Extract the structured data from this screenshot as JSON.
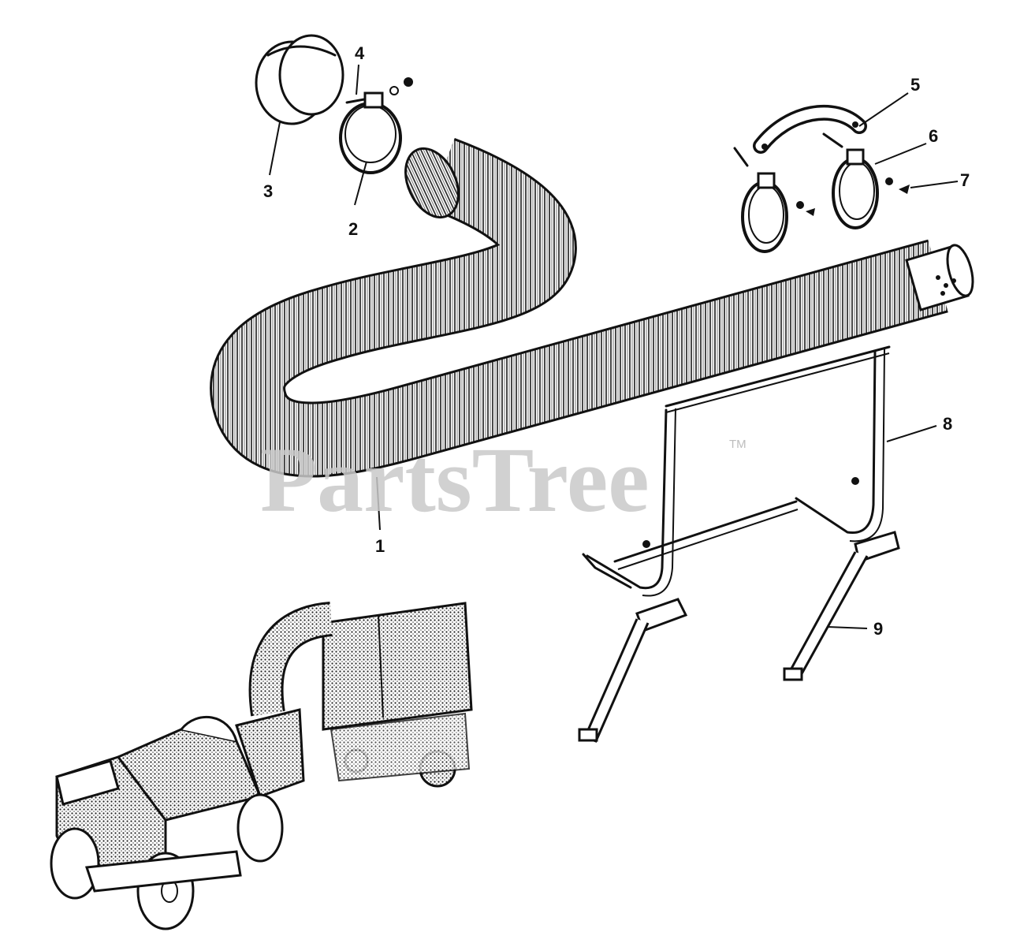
{
  "watermark": {
    "text": "PartsTree",
    "trademark": "TM"
  },
  "callouts": [
    {
      "id": "c1",
      "label": "1"
    },
    {
      "id": "c2",
      "label": "2"
    },
    {
      "id": "c3",
      "label": "3"
    },
    {
      "id": "c4",
      "label": "4"
    },
    {
      "id": "c5",
      "label": "5"
    },
    {
      "id": "c6",
      "label": "6"
    },
    {
      "id": "c7",
      "label": "7"
    },
    {
      "id": "c8",
      "label": "8"
    },
    {
      "id": "c9",
      "label": "9"
    }
  ]
}
